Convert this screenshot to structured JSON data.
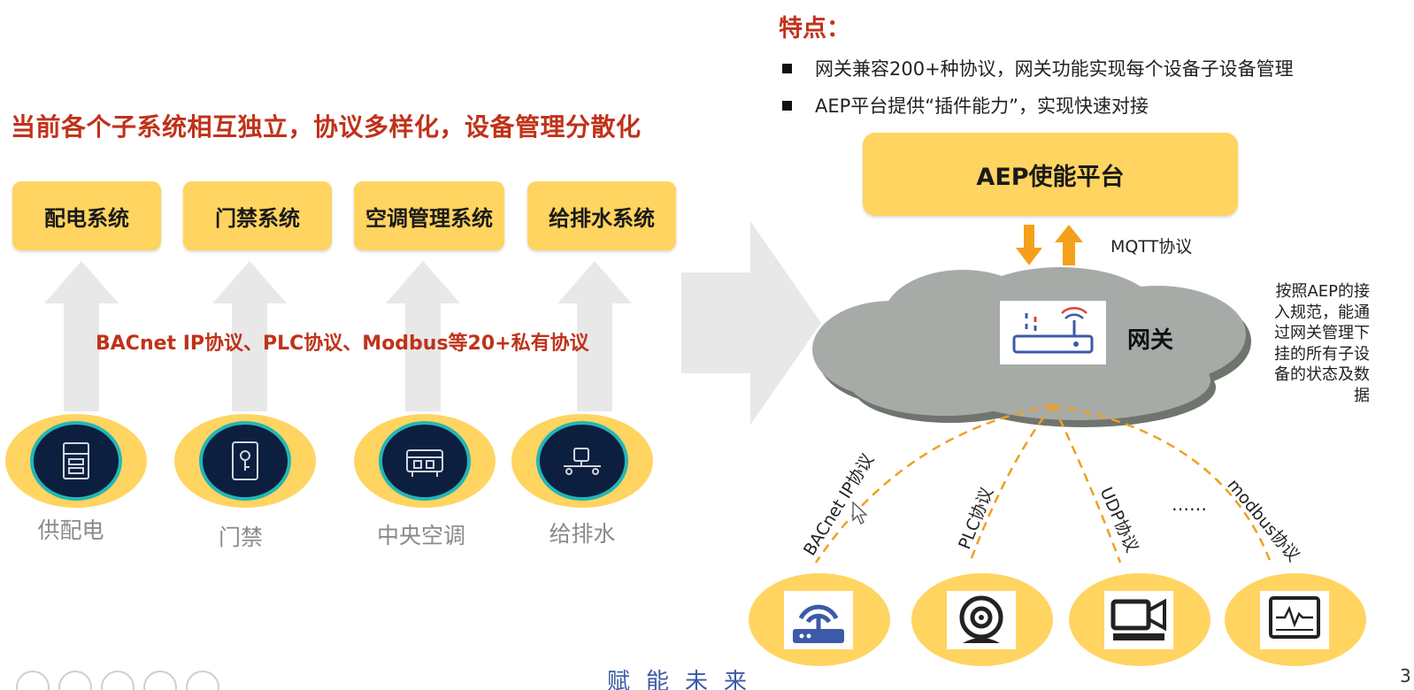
{
  "left": {
    "title": "当前各个子系统相互独立，协议多样化，设备管理分散化",
    "systems": [
      "配电系统",
      "门禁系统",
      "空调管理系统",
      "给排水系统"
    ],
    "protocol_text": "BACnet IP协议、PLC协议、Modbus等20+私有协议",
    "devices": [
      "供配电",
      "门禁",
      "中央空调",
      "给排水"
    ]
  },
  "right": {
    "features_title": "特点：",
    "features": [
      "网关兼容200+种协议，网关功能实现每个设备子设备管理",
      "AEP平台提供“插件能力”，实现快速对接"
    ],
    "aep_label": "AEP使能平台",
    "mqtt_label": "MQTT协议",
    "gateway_label": "网关",
    "note": "按照AEP的接入规范，能通过网关管理下挂的所有子设备的状态及数据",
    "protocols": [
      "BACnet IP协议",
      "PLC协议",
      "UDP协议",
      "modbus协议"
    ],
    "ellipsis": "……"
  },
  "footer": {
    "text": "赋能未来",
    "page": "3"
  },
  "colors": {
    "accent_red": "#c0321a",
    "box_yellow": "#ffd460",
    "arrow_orange": "#f5a01a",
    "dashed_orange": "#f0a020",
    "cloud_grey": "#a7aba7",
    "arrow_grey": "#e8e8e8"
  },
  "icons": {
    "devices": [
      "power-distribution-icon",
      "access-control-icon",
      "air-conditioner-icon",
      "water-pump-icon"
    ],
    "bottom": [
      "router-icon",
      "camera-icon",
      "video-camera-icon",
      "monitor-icon"
    ]
  }
}
